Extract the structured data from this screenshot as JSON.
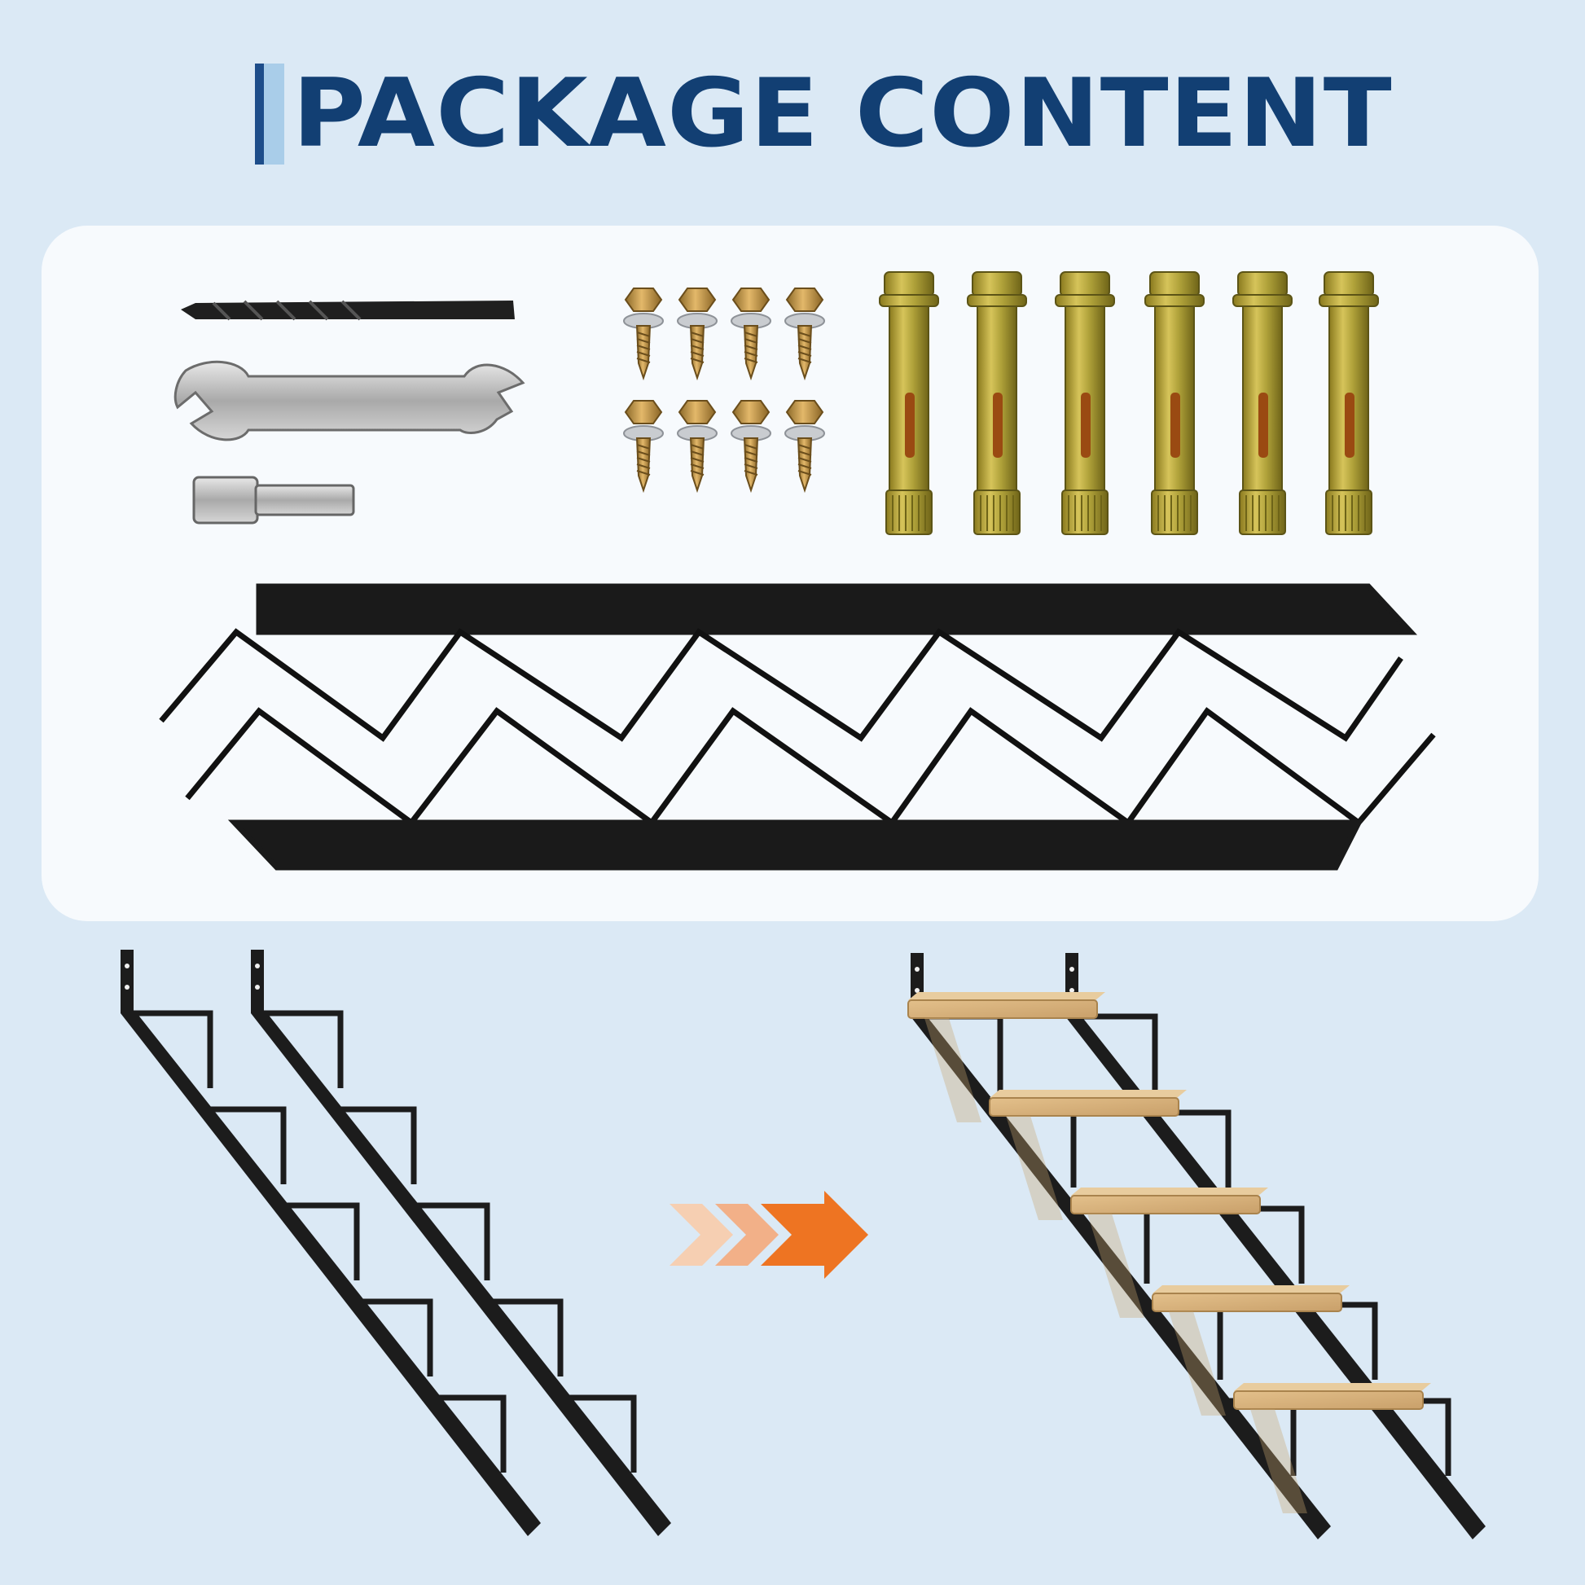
{
  "title": "PACKAGE CONTENT",
  "colors": {
    "title": "#123f73",
    "accent_bar_dark": "#1d4d8a",
    "accent_bar_light": "#a9cde9",
    "background": "#dbe9f5",
    "panel": "#f7fafd",
    "steel": "#1c1c1c",
    "arrow": "#ee7422",
    "wood": "#d8b27a"
  },
  "icons": {
    "drill_bit": "drill-bit-icon",
    "wrench": "open-end-wrench-icon",
    "socket": "hex-socket-bit-icon",
    "screw": "self-drilling-screw-icon",
    "anchor": "expansion-anchor-bolt-icon",
    "stringer": "stair-stringer-icon",
    "arrow": "chevron-arrow-icon"
  },
  "quantities": {
    "screws": 8,
    "anchors": 6,
    "stringers": 2,
    "treads": 5
  }
}
